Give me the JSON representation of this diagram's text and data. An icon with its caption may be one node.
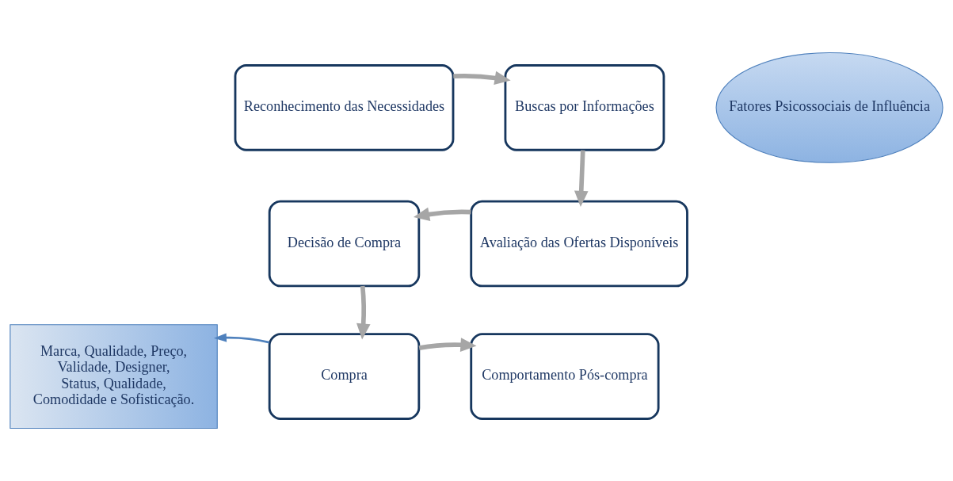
{
  "diagram": {
    "nodes": [
      {
        "text": [
          "Reconhecimento das Necessidades"
        ]
      },
      {
        "text": [
          "Buscas por Informações"
        ]
      },
      {
        "text": [
          "Fatores Psicossociais de Influência"
        ]
      },
      {
        "text": [
          "Decisão de Compra"
        ]
      },
      {
        "text": [
          "Avaliação das Ofertas Disponíveis"
        ]
      },
      {
        "text": [
          "Marca, Qualidade, Preço, Validade, Designer, Status, Qualidade, Comodidade e Sofisticação."
        ]
      },
      {
        "text": [
          "Compra"
        ]
      },
      {
        "text": [
          "Comportamento Pós-compra"
        ]
      }
    ],
    "edges": [
      {
        "from": 0,
        "to": 1,
        "arrow": "to"
      },
      {
        "from": 1,
        "to": 4,
        "arrow": "to"
      },
      {
        "from": 4,
        "to": 3,
        "arrow": "to"
      },
      {
        "from": 3,
        "to": 6,
        "arrow": "to"
      },
      {
        "from": 6,
        "to": 7,
        "arrow": "to"
      },
      {
        "from": 6,
        "to": 5,
        "arrow": "to",
        "color": "#4f81bd"
      }
    ]
  }
}
